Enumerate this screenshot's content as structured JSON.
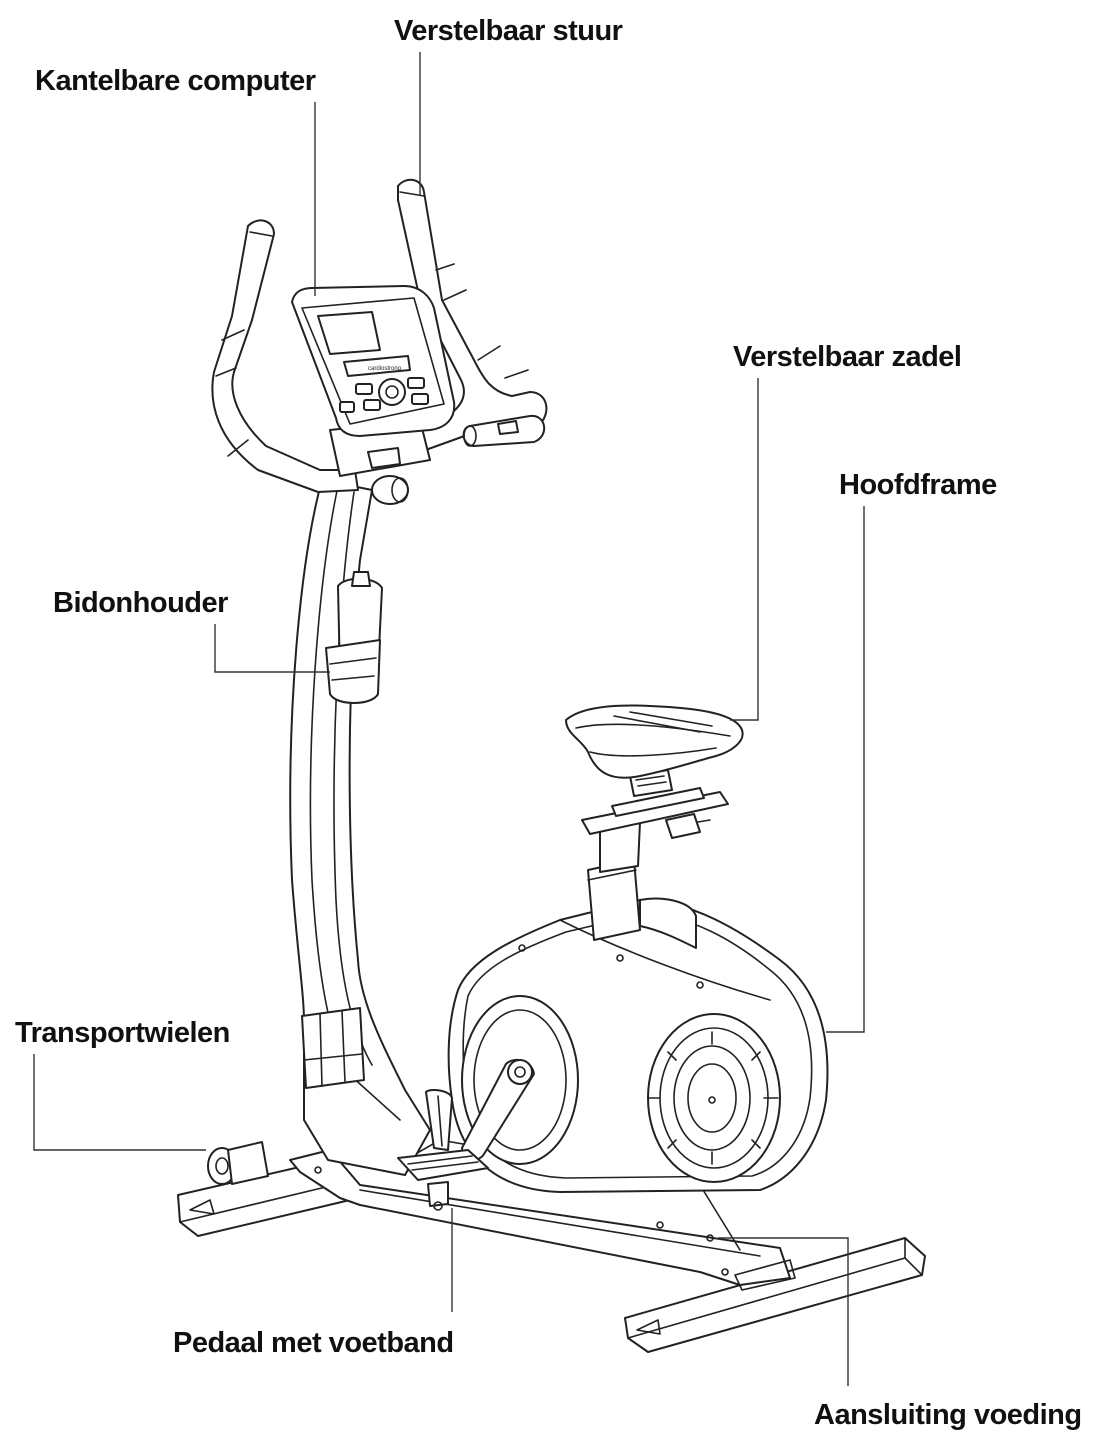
{
  "labels": {
    "handlebar": "Verstelbaar stuur",
    "computer": "Kantelbare computer",
    "saddle": "Verstelbaar zadel",
    "frame": "Hoofdframe",
    "bottle": "Bidonhouder",
    "wheels": "Transportwielen",
    "pedal": "Pedaal met voetband",
    "power": "Aansluiting voeding"
  },
  "console_brand": "cardiostrong",
  "colors": {
    "line": "#222222",
    "text": "#111111",
    "background": "#ffffff"
  }
}
